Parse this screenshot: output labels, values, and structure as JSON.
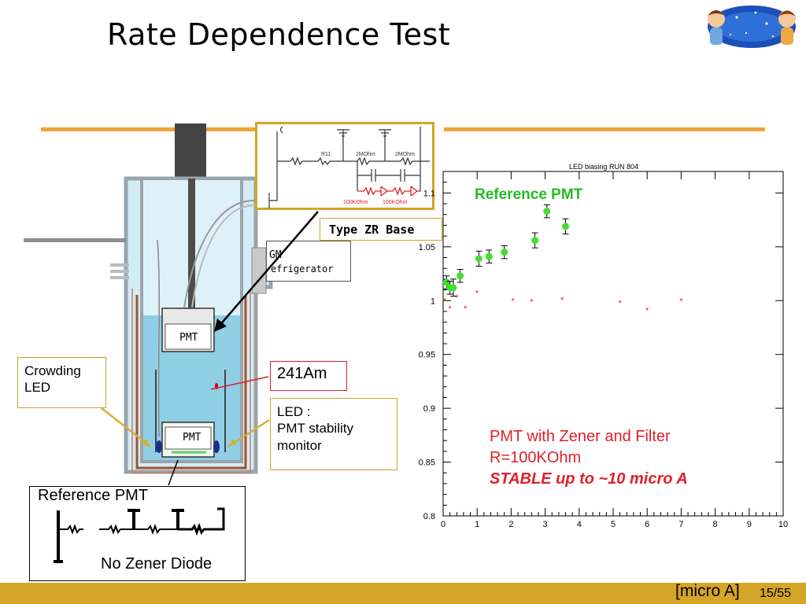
{
  "slide": {
    "title": "Rate Dependence Test",
    "unit_label": "[micro A]",
    "page": "15/55"
  },
  "diagram": {
    "pmt_top": "PMT",
    "pmt_bottom": "PMT",
    "gm_label": "GM",
    "refrigerator_label": "efrigerator",
    "type_zr_base": "Type ZR Base",
    "crowding_led": [
      "Crowding",
      "LED"
    ],
    "am241": "241Am",
    "led_monitor": [
      "LED :",
      "PMT stability",
      "monitor"
    ],
    "reference_pmt": "Reference PMT",
    "no_zener": "No Zener Diode",
    "circuit": {
      "r11": "R11",
      "r_2mohm_a": "2MOhm",
      "r_2mohm_b": "2MOhm",
      "r_100k_a": "100KOhm",
      "r_100k_b": "100KOhm"
    }
  },
  "plot_annotations": {
    "reference_pmt": "Reference PMT",
    "zener_line1": "PMT with Zener and Filter",
    "zener_line2": "R=100KOhm",
    "stable": "STABLE up to ~10 micro A"
  },
  "chart_data": {
    "type": "scatter",
    "title": "LED biasing RUN 804",
    "xlim": [
      0,
      10
    ],
    "ylim": [
      0.8,
      1.12
    ],
    "x_ticks": [
      0,
      1,
      2,
      3,
      4,
      5,
      6,
      7,
      8,
      9,
      10
    ],
    "y_ticks": [
      0.8,
      0.85,
      0.9,
      0.95,
      1,
      1.05,
      1.1
    ],
    "y_tick_labels": [
      "0.8",
      "0.85",
      "0.9",
      "0.95",
      "1",
      "1.05",
      "1.1"
    ],
    "series": [
      {
        "color": "#44dd33",
        "marker": "circle",
        "points": [
          {
            "x": 0.1,
            "y": 1.017,
            "err": 0.006
          },
          {
            "x": 0.2,
            "y": 1.012,
            "err": 0.006
          },
          {
            "x": 0.3,
            "y": 1.012,
            "err": 0.008
          },
          {
            "x": 0.5,
            "y": 1.023,
            "err": 0.006
          },
          {
            "x": 1.05,
            "y": 1.039,
            "err": 0.007
          },
          {
            "x": 1.35,
            "y": 1.041,
            "err": 0.006
          },
          {
            "x": 1.8,
            "y": 1.045,
            "err": 0.006
          },
          {
            "x": 2.7,
            "y": 1.056,
            "err": 0.007
          },
          {
            "x": 3.05,
            "y": 1.083,
            "err": 0.006
          },
          {
            "x": 3.6,
            "y": 1.069,
            "err": 0.007
          }
        ]
      },
      {
        "color": "#e3242b",
        "marker": "star",
        "points": [
          {
            "x": 0.05,
            "y": 1.0
          },
          {
            "x": 0.2,
            "y": 0.993
          },
          {
            "x": 0.4,
            "y": 1.003
          },
          {
            "x": 0.65,
            "y": 0.993
          },
          {
            "x": 1.0,
            "y": 1.007
          },
          {
            "x": 2.05,
            "y": 1.0
          },
          {
            "x": 2.6,
            "y": 0.999
          },
          {
            "x": 3.5,
            "y": 1.001
          },
          {
            "x": 5.2,
            "y": 0.998
          },
          {
            "x": 6.0,
            "y": 0.991
          },
          {
            "x": 7.0,
            "y": 1.0
          }
        ]
      }
    ]
  }
}
